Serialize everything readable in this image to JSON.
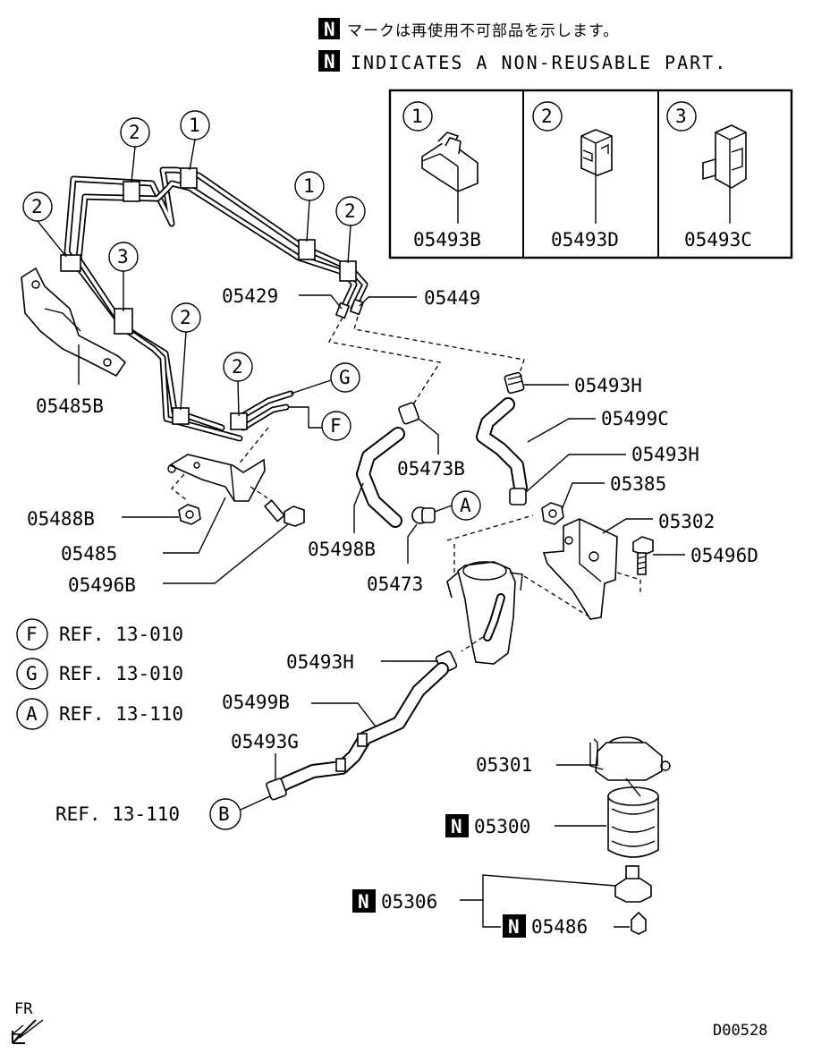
{
  "notes": {
    "jp": "マークは再使用不可部品を示します。",
    "en": "INDICATES A NON-REUSABLE PART.",
    "n_badge": "N"
  },
  "clip_table": [
    {
      "num": "1",
      "code": "05493B"
    },
    {
      "num": "2",
      "code": "05493D"
    },
    {
      "num": "3",
      "code": "05493C"
    }
  ],
  "callouts": {
    "c1a": "1",
    "c1b": "1",
    "c2a": "2",
    "c2b": "2",
    "c2c": "2",
    "c2d": "2",
    "c2e": "2",
    "c3": "3"
  },
  "parts": {
    "p05429": "05429",
    "p05449": "05449",
    "p05485B": "05485B",
    "p05493H_1": "05493H",
    "p05499C": "05499C",
    "p05493H_2": "05493H",
    "p05473B": "05473B",
    "p05385": "05385",
    "p05302": "05302",
    "p05488B": "05488B",
    "p05485": "05485",
    "p05496B": "05496B",
    "p05498B": "05498B",
    "p05473": "05473",
    "p05496D": "05496D",
    "p05493H_3": "05493H",
    "p05499B": "05499B",
    "p05493G": "05493G",
    "p05301": "05301",
    "p05300": "05300",
    "p05306": "05306",
    "p05486": "05486"
  },
  "refs": [
    {
      "letter": "F",
      "text": "REF. 13-010"
    },
    {
      "letter": "G",
      "text": "REF. 13-010"
    },
    {
      "letter": "A",
      "text": "REF. 13-110"
    }
  ],
  "ref_b": {
    "letter": "B",
    "text": "REF. 13-110"
  },
  "diagram_letters": {
    "G": "G",
    "F": "F",
    "A": "A"
  },
  "fr_label": "FR",
  "drawing_id": "D00528"
}
